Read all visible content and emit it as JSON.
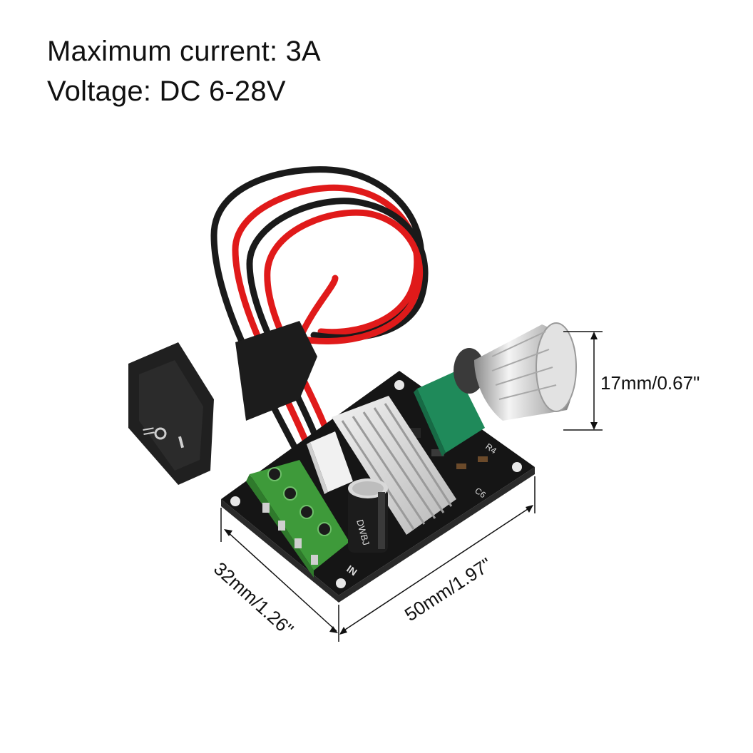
{
  "specs": {
    "max_current": "Maximum current: 3A",
    "voltage": "Voltage: DC 6-28V"
  },
  "dimensions": {
    "knob_height": "17mm/0.67\"",
    "board_width": "32mm/1.26\"",
    "board_length": "50mm/1.97\""
  },
  "board_markings": {
    "capacitor": "DWBJ",
    "terminal_label": "IN",
    "resistor_label": "R4",
    "cap_label": "C6"
  },
  "colors": {
    "pcb": "#151515",
    "terminal_block": "#3e9a3a",
    "potentiometer": "#1f8a5a",
    "wire_red": "#e01a1a",
    "wire_black": "#1a1a1a",
    "heatsink": "#d8d8d8"
  }
}
